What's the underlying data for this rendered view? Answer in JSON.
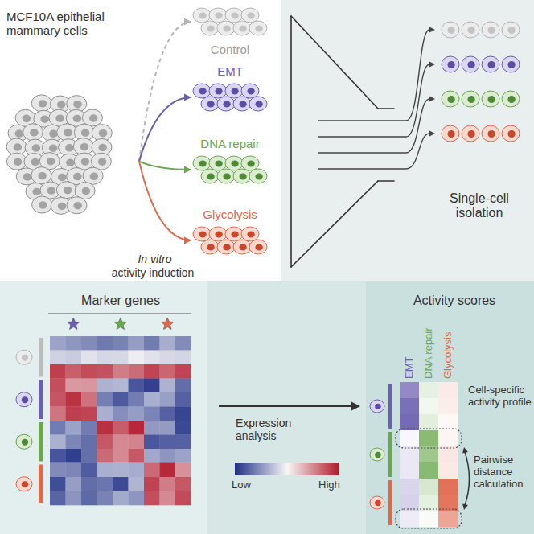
{
  "diagram": {
    "nodes": [
      {
        "text": [
          "MCF10A epithelial mammary cells"
        ]
      },
      {
        "text": [
          "Control"
        ]
      },
      {
        "text": [
          "EMT"
        ]
      },
      {
        "text": [
          "DNA repair"
        ]
      },
      {
        "text": [
          "Glycolysis"
        ]
      },
      {
        "text": [
          "Single-cell isolation"
        ]
      },
      {
        "text": [
          "Marker genes"
        ]
      },
      {
        "text": [
          "Expression analysis"
        ]
      },
      {
        "text": [
          "Activity scores",
          "Cell-specific activity profile",
          "Pairwise distance calculation"
        ]
      }
    ],
    "edges": [
      {
        "from": 0,
        "to": 1,
        "arrow": "to"
      },
      {
        "from": 0,
        "to": 2,
        "arrow": "to"
      },
      {
        "from": 0,
        "to": 3,
        "arrow": "to"
      },
      {
        "from": 0,
        "to": 4,
        "arrow": "to"
      }
    ],
    "labels": [
      "In vitro",
      "activity induction",
      "Low",
      "High",
      "EMT",
      "DNA repair",
      "Glycolysis"
    ]
  }
}
